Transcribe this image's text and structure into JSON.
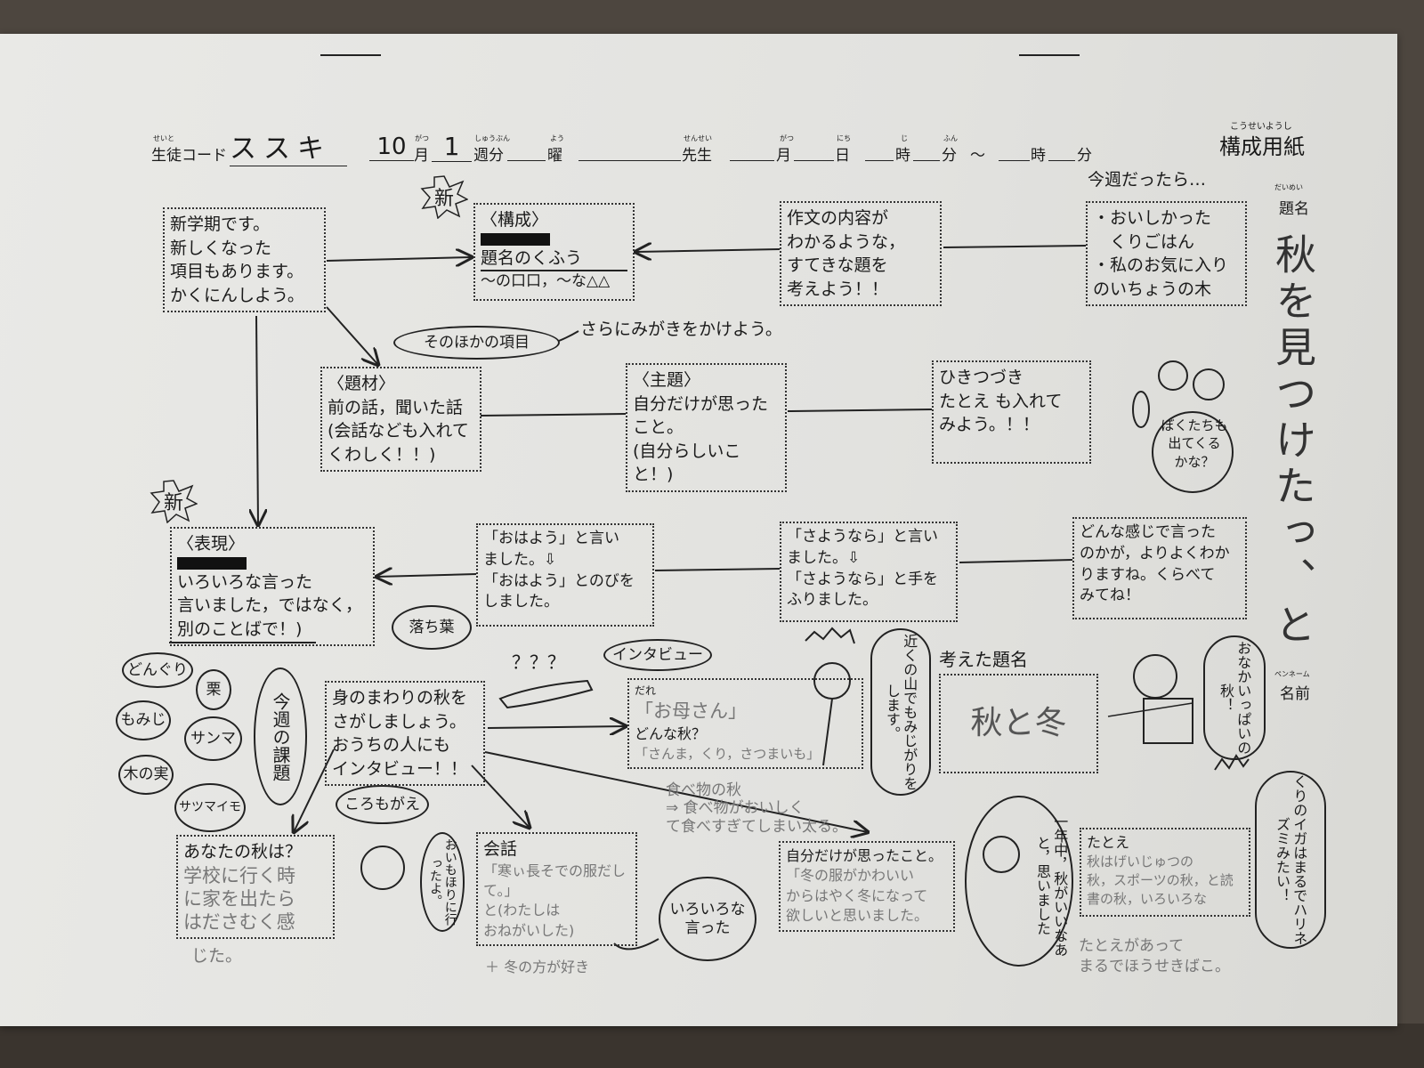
{
  "header": {
    "student_code_ruby": "せいと",
    "student_code_label": "生徒コード",
    "student_code_value": "ススキ",
    "month_value": "10",
    "month_ruby": "がつ",
    "month_label": "月",
    "week_value": "1",
    "week_ruby": "しゅうぶん",
    "week_label": "週分",
    "day_ruby": "よう",
    "day_label": "曜",
    "teacher_ruby": "せんせい",
    "teacher_label": "先生",
    "date_month_ruby": "がつ",
    "date_month_label": "月",
    "date_day_ruby": "にち",
    "date_day_label": "日",
    "hour_ruby": "じ",
    "hour_label": "時",
    "minute_ruby": "ふん",
    "minute_label": "分",
    "tilde": "〜",
    "hour2_label": "時",
    "minute2_label": "分",
    "sheet_title_ruby": "こうせいようし",
    "sheet_title": "構成用紙"
  },
  "new_badge": "新",
  "boxes": {
    "intro": "新学期です。\n新しくなった\n項目もあります。\nかくにんしよう。",
    "kosei_heading": "〈構成〉",
    "kosei_body": "題名のくふう",
    "kosei_example": "〜の口口，〜な△△",
    "title_tip": "作文の内容が\nわかるような，\nすてきな題を\n考えよう！！",
    "konshu_label": "今週だったら…",
    "konshu": "・おいしかった\n　くりごはん\n・私のお気に入り\nのいちょうの木",
    "sonohoka": "そのほかの項目",
    "sonohoka_note": "さらにみがきをかけよう。",
    "daizai_heading": "〈題材〉",
    "daizai": "前の話，聞いた話\n(会話なども入れて\nくわしく！！)",
    "shudai_heading": "〈主題〉",
    "shudai": "自分だけが思った\nこと。\n(自分らしいこと！)",
    "hikitsuzuki": "ひきつづき\nたとえ も入れて\nみよう。！！",
    "bears_bubble": "ぼくたちも\n出てくる\nかな？",
    "hyogen_heading": "〈表現〉",
    "hyogen": "いろいろな言った\n言いました，ではなく，\n別のことばで！)",
    "ohayo": "「おはよう」と言い\nました。⇩\n「おはよう」とのびを\nしました。",
    "sayonara": "「さようなら」と言い\nました。⇩\n「さようなら」と手を\nふりました。",
    "donna": "どんな感じで言った\nのかが，よりよくわか\nりますね。くらべて\nみてね！"
  },
  "bubbles": {
    "ochiba": "落ち葉",
    "donguri": "どんぐり",
    "kuri": "栗",
    "momiji": "もみじ",
    "sanma": "サンマ",
    "konomi": "木の実",
    "satsumaimo": "サツマイモ",
    "konshu_kadai": "今週の課題",
    "interview": "インタビュー",
    "question_marks": "？？？",
    "koromogae": "ころもがえ",
    "oimohori": "おいもほりに行ったよ。",
    "iroiro": "いろいろな言った",
    "chikaku": "近くの山でもみじがりをします。",
    "onaka": "おなかいっぱいの秋！",
    "ichinenju": "一年中，秋がいいなあと，思いました",
    "kuri_iga": "くりのイガはまるでハリネズミみたい！"
  },
  "task": {
    "mi_no_mawari": "身のまわりの秋を\nさがしましょう。\nおうちの人にも\nインタビュー！！",
    "dare_label": "だれ",
    "dare": "「お母さん」",
    "donna_aki_label": "どんな秋？",
    "donna_aki": "「さんま，くり，さつまいも」",
    "extra_note": "食べ物の秋\n⇒ 食べ物がおいしく\nて食べすぎてしまい太る。",
    "anata_label": "あなたの秋は？",
    "anata": "学校に行く時\nに家を出たら\nはださむく感",
    "anata_cont": "じた。",
    "kaiwa_label": "会話",
    "kaiwa": "「寒ぃ長そでの服だして。」\nと(わたしは\nおねがいした)",
    "kaiwa_note": "＋ 冬の方が好き",
    "jibun_label": "自分だけが思ったこと。",
    "jibun": "「冬の服がかわいい\nからはやく冬になって\n欲しいと思いました。",
    "tatoe_label": "たとえ",
    "tatoe": "秋はげいじゅつの\n秋，スポーツの秋，と読\n書の秋，いろいろな",
    "tatoe_cont": "たとえがあって\nまるでほうせきばこ。"
  },
  "title_side": {
    "daimei_ruby": "だいめい",
    "daimei_label": "題名",
    "title": "秋を見つけたっ、と",
    "penname_ruby": "ペンネーム",
    "name_label": "名前"
  },
  "kangaeta": {
    "label": "考えた題名",
    "value": "秋と冬"
  }
}
